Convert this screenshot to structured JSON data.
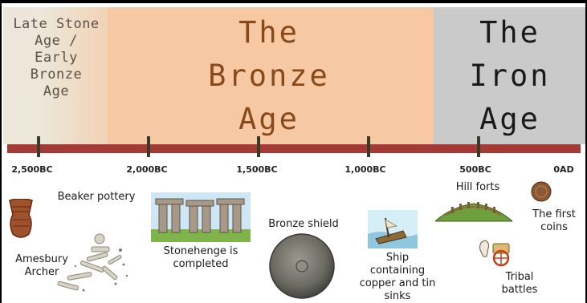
{
  "eras": [
    {
      "label": "Late Stone Age / Early Bronze Age",
      "lines": [
        "Late Stone",
        "Age /",
        "Early",
        "Bronze",
        "Age"
      ],
      "color": "#e9e3d5"
    },
    {
      "label": "The Bronze Age",
      "lines": [
        "The",
        "Bronze",
        "Age"
      ],
      "color": "#f7c8a4",
      "text_color": "#8a4a18"
    },
    {
      "label": "The Iron Age",
      "lines": [
        "The",
        "Iron",
        "Age"
      ],
      "color": "#c9c9c9",
      "text_color": "#1a1a1a"
    }
  ],
  "axis": {
    "color": "#a33a36",
    "ticks": [
      "2,500BC",
      "2,000BC",
      "1,500BC",
      "1,000BC",
      "500BC",
      "0AD"
    ]
  },
  "events": {
    "beaker_pottery": "Beaker pottery",
    "amesbury_archer": [
      "Amesbury",
      "Archer"
    ],
    "stonehenge": [
      "Stonehenge is",
      "completed"
    ],
    "bronze_shield": "Bronze shield",
    "ship": [
      "Ship",
      "containing",
      "copper and tin",
      "sinks"
    ],
    "hill_forts": "Hill forts",
    "first_coins": [
      "The first",
      "coins"
    ],
    "tribal_battles": [
      "Tribal",
      "battles"
    ]
  },
  "icons": [
    "beaker-pot-icon",
    "skeleton-icon",
    "stonehenge-icon",
    "shield-icon",
    "shipwreck-icon",
    "hill-fort-icon",
    "coin-icon",
    "chariot-icon"
  ]
}
